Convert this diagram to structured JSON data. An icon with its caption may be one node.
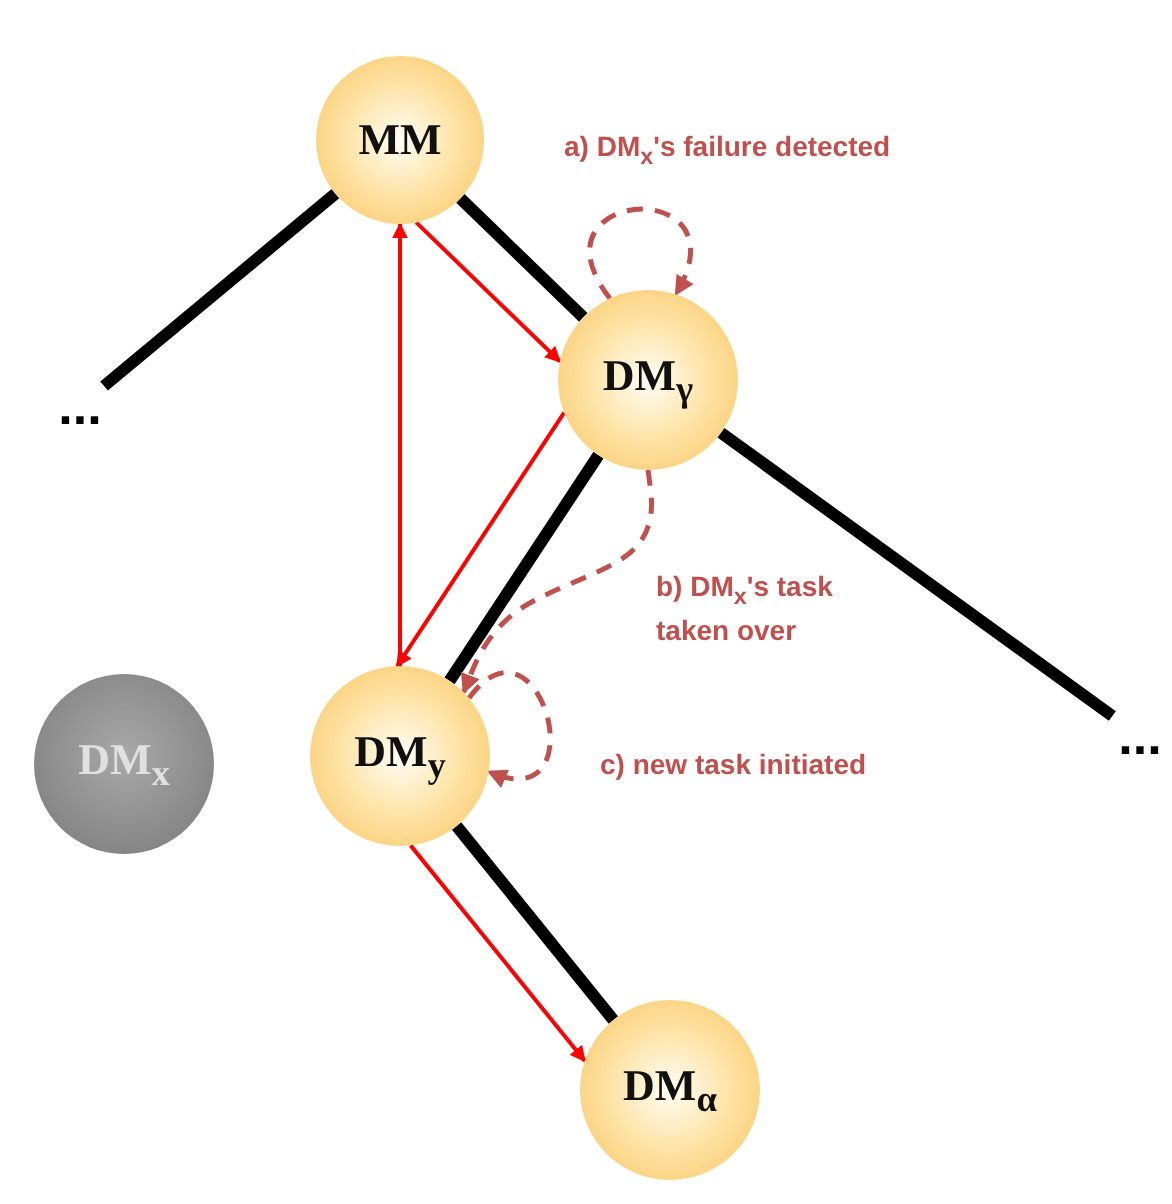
{
  "diagram": {
    "nodes": [
      {
        "text": [
          "MM"
        ]
      },
      {
        "text": [
          "DM$_{γ}$"
        ]
      },
      {
        "text": [
          "DM$_{y}$"
        ]
      },
      {
        "text": [
          "DM$_{x}$"
        ]
      },
      {
        "text": [
          "DM$_{α}$"
        ]
      },
      {
        "text": [
          "..."
        ]
      },
      {
        "text": [
          "..."
        ]
      }
    ],
    "edges": [
      {
        "from": 0,
        "to": 5,
        "arrow": "none",
        "style": "thick"
      },
      {
        "from": 0,
        "to": 1,
        "arrow": "none",
        "style": "thick"
      },
      {
        "from": 1,
        "to": 2,
        "arrow": "none",
        "style": "thick"
      },
      {
        "from": 1,
        "to": 6,
        "arrow": "none",
        "style": "thick"
      },
      {
        "from": 2,
        "to": 4,
        "arrow": "none",
        "style": "thick"
      },
      {
        "from": 0,
        "to": 1,
        "arrow": "to",
        "color": "#ff0000"
      },
      {
        "from": 1,
        "to": 2,
        "arrow": "to",
        "color": "#ff0000"
      },
      {
        "from": 2,
        "to": 4,
        "arrow": "to",
        "color": "#ff0000"
      },
      {
        "from": 2,
        "to": 0,
        "arrow": "to",
        "color": "#ff0000"
      },
      {
        "from": 1,
        "to": 1,
        "arrow": "to",
        "style": "dashed",
        "color": "#c0504d",
        "label": "a) DM$_{x}$'s failure detected"
      },
      {
        "from": 1,
        "to": 2,
        "arrow": "to",
        "style": "dashed",
        "color": "#c0504d",
        "label": "b) DM$_{x}$'s task taken over"
      },
      {
        "from": 2,
        "to": 2,
        "arrow": "to",
        "style": "dashed",
        "color": "#c0504d",
        "label": "c) new task initiated"
      }
    ]
  }
}
